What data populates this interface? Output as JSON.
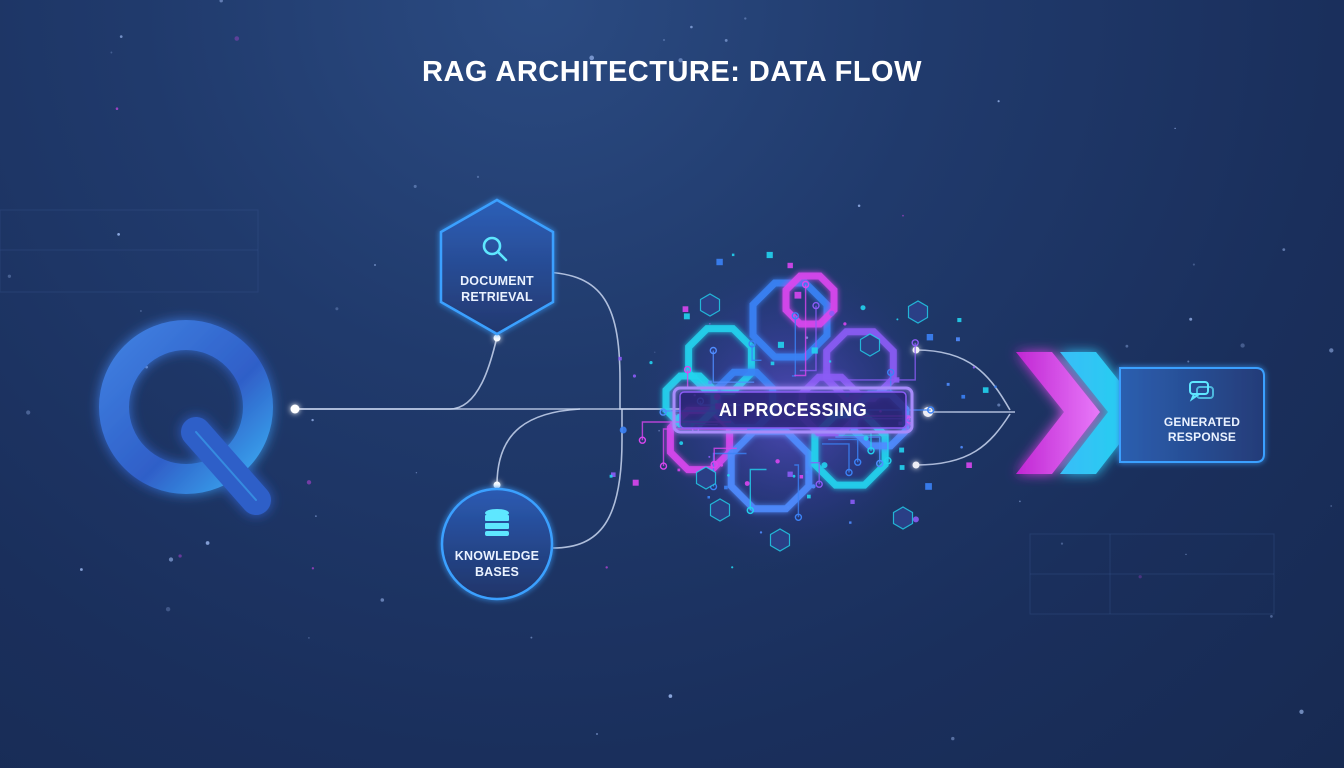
{
  "diagram": {
    "title": "RAG ARCHITECTURE: DATA FLOW",
    "nodes": {
      "retrieval": {
        "label_line1": "DOCUMENT",
        "label_line2": "RETRIEVAL",
        "icon": "search-icon"
      },
      "knowledge": {
        "label_line1": "KNOWLEDGE",
        "label_line2": "BASES",
        "icon": "database-icon"
      },
      "processing": {
        "label": "AI PROCESSING",
        "icon": "neural-network-icon"
      },
      "response": {
        "label_line1": "GENERATED",
        "label_line2": "RESPONSE",
        "icon": "chat-bubble-icon"
      },
      "query": {
        "icon": "query-icon"
      }
    },
    "colors": {
      "background": "#1a2f5c",
      "accent_cyan": "#22d3ee",
      "accent_blue": "#3b82f6",
      "accent_magenta": "#d946ef",
      "accent_purple": "#8b5cf6",
      "line": "#c9d6f0"
    }
  }
}
